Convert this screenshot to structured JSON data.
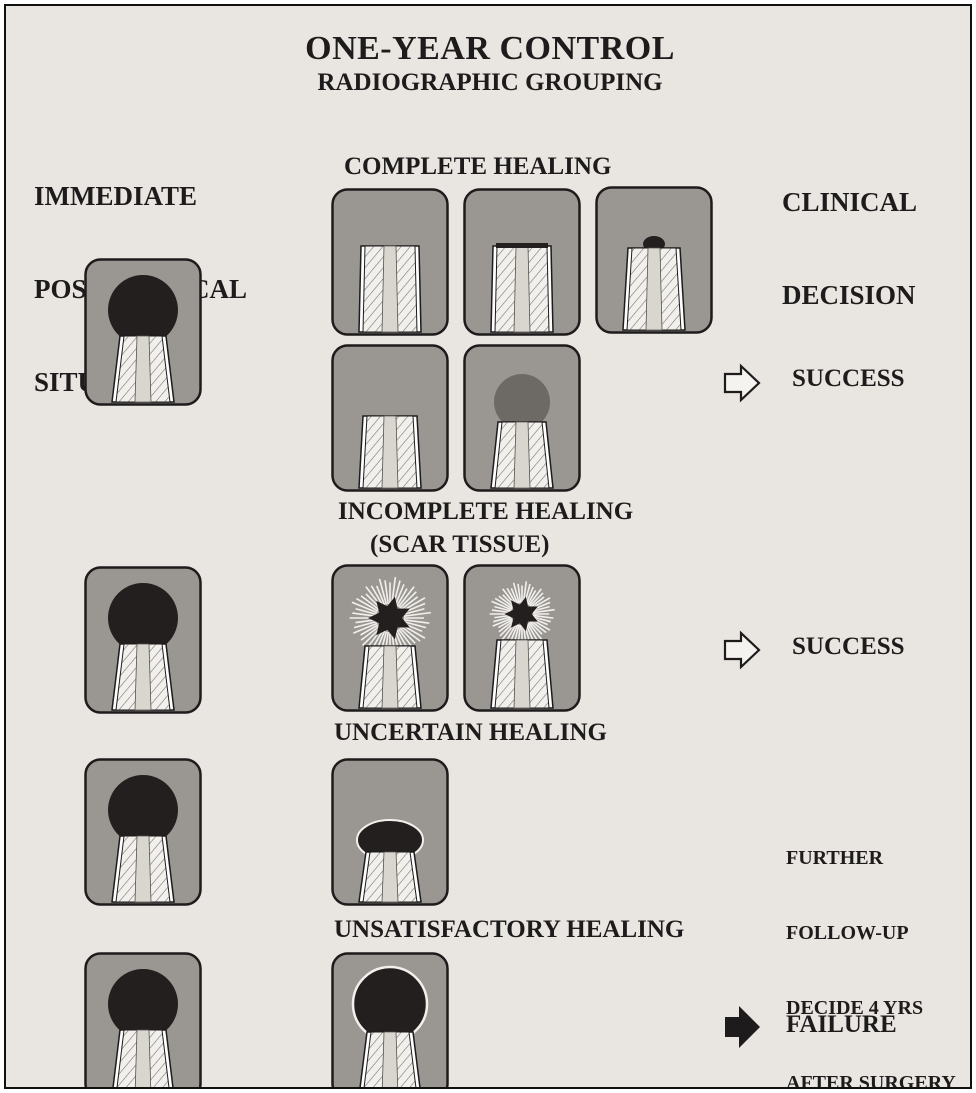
{
  "header": {
    "title": "ONE-YEAR CONTROL",
    "subtitle": "RADIOGRAPHIC GROUPING"
  },
  "columns": {
    "left": [
      "IMMEDIATE",
      "POSTSURGICAL",
      "SITUATION"
    ],
    "right": [
      "CLINICAL",
      "DECISION"
    ]
  },
  "groups": [
    {
      "label_lines": [
        "COMPLETE HEALING"
      ],
      "decision_lines": [
        "SUCCESS"
      ],
      "arrow": "outline"
    },
    {
      "label_lines": [
        "INCOMPLETE HEALING",
        "(SCAR TISSUE)"
      ],
      "decision_lines": [
        "SUCCESS"
      ],
      "arrow": "outline"
    },
    {
      "label_lines": [
        "UNCERTAIN HEALING"
      ],
      "decision_lines": [
        "FURTHER",
        "FOLLOW-UP",
        "DECIDE 4 YRS",
        "AFTER SURGERY"
      ],
      "arrow": "none"
    },
    {
      "label_lines": [
        "UNSATISFACTORY HEALING"
      ],
      "decision_lines": [
        "FAILURE"
      ],
      "arrow": "solid"
    }
  ],
  "colors": {
    "page": "#e9e6e1",
    "tile_fill": "#9a9793",
    "lesion": "#231f1f",
    "root": "#f2f0ec",
    "ink": "#1d1b1b"
  },
  "icons": [
    "outline-arrow-icon",
    "solid-arrow-icon"
  ]
}
